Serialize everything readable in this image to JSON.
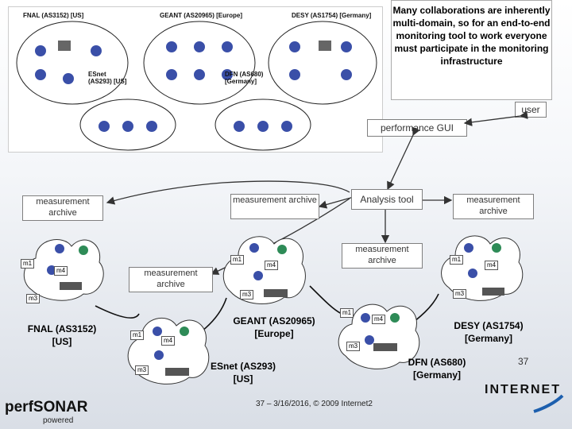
{
  "callout_text": "Many collaborations are inherently multi-domain, so for an end-to-end monitoring tool to work everyone must participate in the monitoring infrastructure",
  "user_label": "user",
  "performance_gui_label": "performance GUI",
  "analysis_tool_label": "Analysis tool",
  "archives": {
    "fnal": "measurement archive",
    "esnet": "measurement archive",
    "geant": "measurement archive",
    "dfn": "measurement archive",
    "desy": "measurement archive"
  },
  "domains": {
    "fnal": "FNAL (AS3152) [US]",
    "geant": "GEANT (AS20965) [Europe]",
    "esnet": "ESnet (AS293) [US]",
    "desy": "DESY (AS1754) [Germany]",
    "dfn": "DFN (AS680) [Germany]"
  },
  "map_labels": {
    "fnal": "FNAL (AS3152) [US]",
    "geant": "GEANT (AS20965) [Europe]",
    "desy": "DESY (AS1754) [Germany]",
    "esnet": "ESnet (AS293) [US]",
    "dfn": "DFN (AS680) [Germany]"
  },
  "monitor_labels": {
    "m1": "m1",
    "m3": "m3",
    "m4": "m4"
  },
  "footer_text": "37 – 3/16/2016, © 2009 Internet2",
  "page_number": "37",
  "logos": {
    "perfsonar": "perfSONAR",
    "perfsonar_sub": "powered",
    "internet2": "INTERNET"
  },
  "colors": {
    "router": "#3a4fa8",
    "link": "#1a1a1a",
    "arrow": "#333333"
  }
}
